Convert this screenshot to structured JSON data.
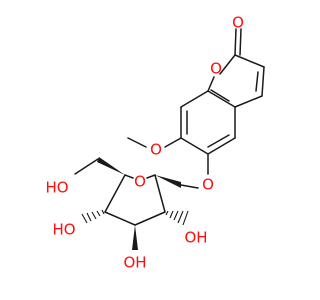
{
  "colors": {
    "bond": "#1a1a1a",
    "oxygen": "#ff0d0d",
    "background": "#ffffff"
  },
  "labels": {
    "carbonyl_oxygen": "O",
    "ring_oxygen": "O",
    "methoxy_oxygen": "O",
    "glycosidic_oxygen": "O",
    "sugar_ring_oxygen": "O",
    "hydroxymethyl_oh": "HO",
    "hydroxyl_c2": "OH",
    "hydroxyl_c3": "OH",
    "hydroxyl_c4": "HO"
  }
}
